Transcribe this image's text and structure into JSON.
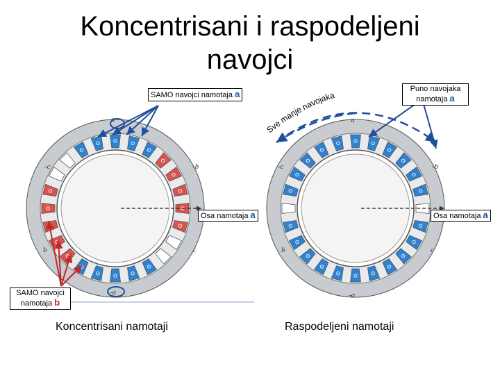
{
  "title_line1": "Koncentrisani i raspodeljeni",
  "title_line2": "navojci",
  "left_top_box": {
    "text": "SAMO navojci namotaja",
    "accent": "a"
  },
  "left_bottom_box": {
    "text": "SAMO navojci namotaja",
    "accent": "b"
  },
  "right_top_box": {
    "text": "Puno navojaka namotaja",
    "accent": "a"
  },
  "arc_text": "Sve manje navojaka",
  "axis_label": {
    "text": "Osa namotaja",
    "accent": "a"
  },
  "caption_left": "Koncentrisani namotaji",
  "caption_right": "Raspodeljeni namotaji",
  "phase_labels": {
    "a": "a",
    "b": "b",
    "c": "c",
    "neg_a": "-a",
    "neg_b": "-b",
    "neg_c": "-c"
  },
  "colors": {
    "blue_accent": "#1f4e9b",
    "red_accent": "#c0282a",
    "slot_red": "#d9534f",
    "slot_blue": "#2f82d0",
    "stator": "#c8ccd0"
  }
}
